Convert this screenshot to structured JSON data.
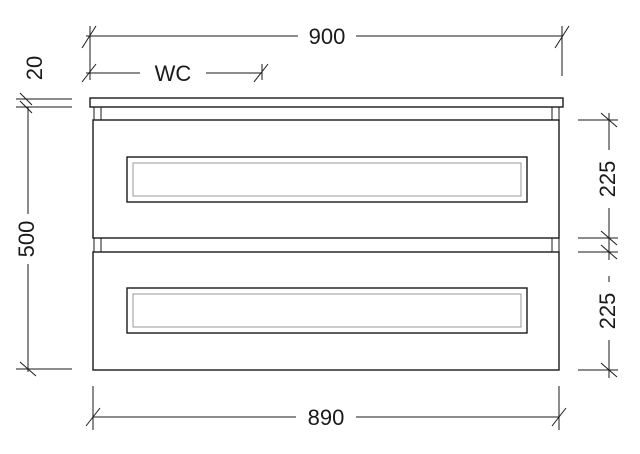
{
  "dimensions": {
    "overall_width": "900",
    "carcass_width": "890",
    "wc_label": "WC",
    "top_thickness": "20",
    "overall_height": "500",
    "drawer_top_height": "225",
    "drawer_bottom_height": "225"
  }
}
